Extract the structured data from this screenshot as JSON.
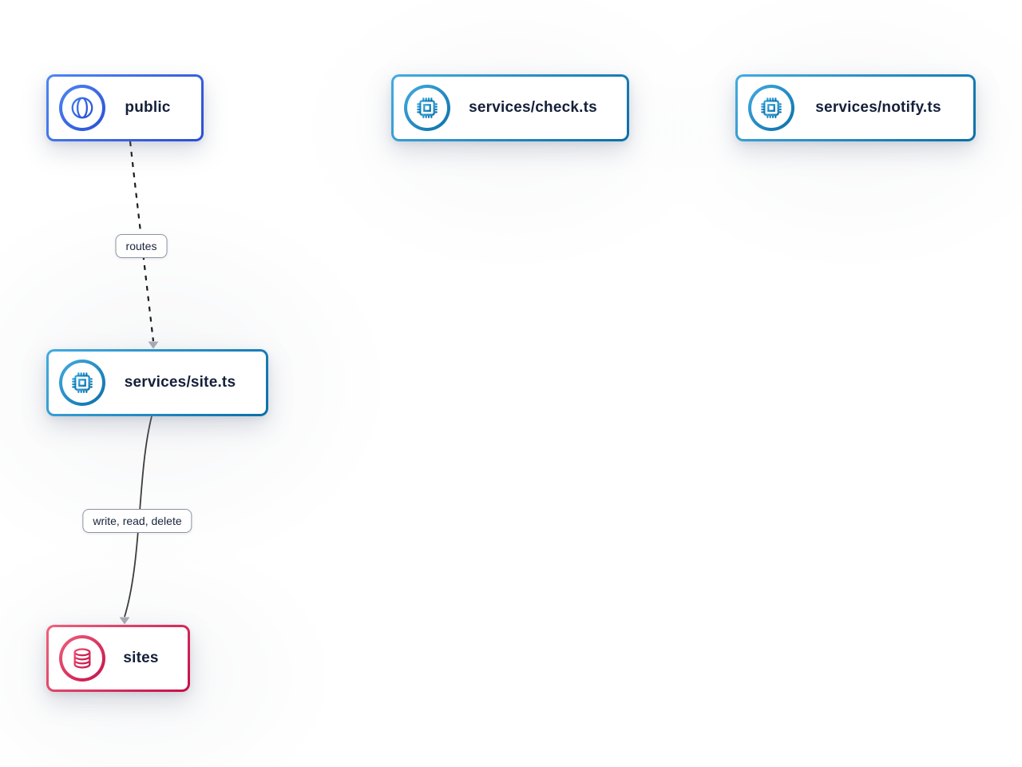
{
  "diagram": {
    "nodes": [
      {
        "id": "public",
        "label": "public",
        "kind": "gateway",
        "icon": "globe-icon"
      },
      {
        "id": "services-check",
        "label": "services/check.ts",
        "kind": "service",
        "icon": "cpu-icon"
      },
      {
        "id": "services-notify",
        "label": "services/notify.ts",
        "kind": "service",
        "icon": "cpu-icon"
      },
      {
        "id": "services-site",
        "label": "services/site.ts",
        "kind": "service",
        "icon": "cpu-icon"
      },
      {
        "id": "sites",
        "label": "sites",
        "kind": "database",
        "icon": "database-icon"
      }
    ],
    "edges": [
      {
        "from": "public",
        "to": "services-site",
        "label": "routes",
        "style": "dashed"
      },
      {
        "from": "services-site",
        "to": "sites",
        "label": "write, read, delete",
        "style": "solid"
      }
    ],
    "colors": {
      "gateway_gradient_start": "#4e86f1",
      "gateway_gradient_end": "#2a4ed6",
      "service_gradient_start": "#43abe1",
      "service_gradient_end": "#0a6fa8",
      "database_gradient_start": "#ef617b",
      "database_gradient_end": "#c50f49",
      "node_text": "#14203a",
      "edge_dashed": "#1c1c1e",
      "edge_solid": "#3d3d40",
      "arrowhead": "#a7abb3",
      "edge_label_border": "#8d94a3"
    }
  }
}
